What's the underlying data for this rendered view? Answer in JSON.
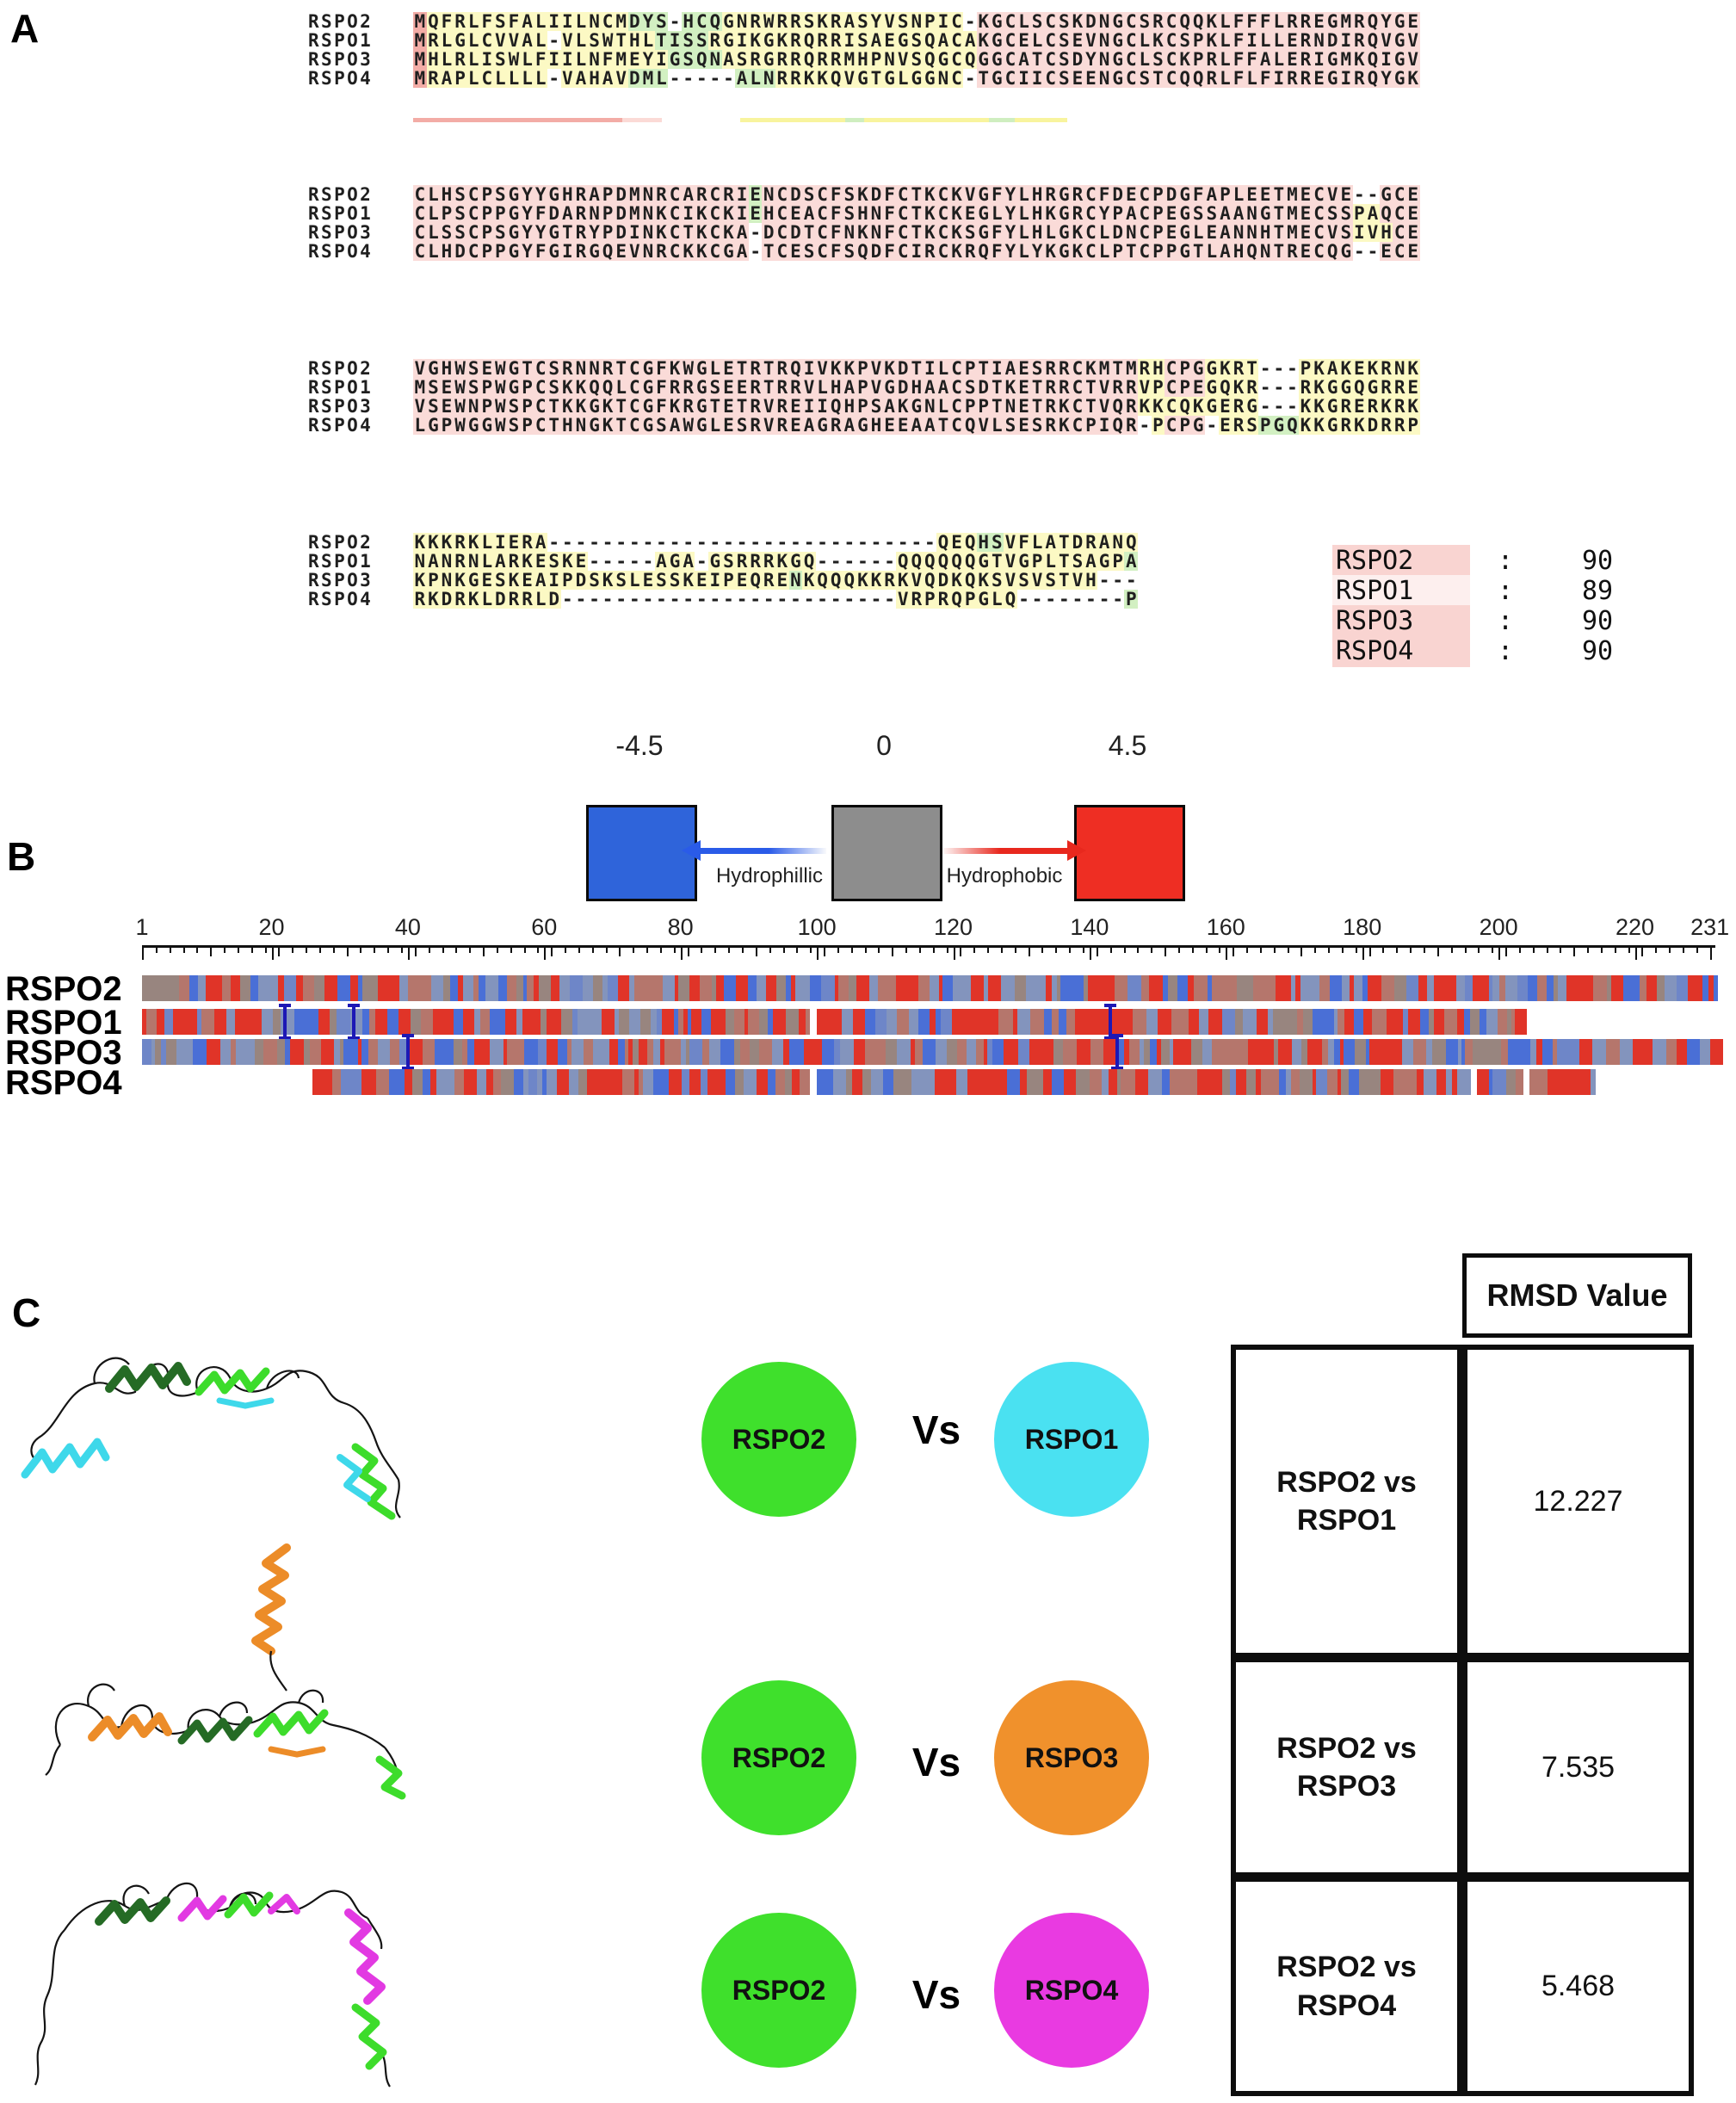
{
  "panel_a": {
    "label": "A",
    "row_labels": [
      "RSPO2",
      "RSPO1",
      "RSPO3",
      "RSPO4"
    ],
    "colors": {
      "pink": "#fadbd8",
      "yellow": "#fcf9c4",
      "green": "#d2f0c2",
      "salmon": "#f3aca6"
    },
    "blocks": [
      {
        "rows": [
          "MQFRLFSFALIILNCMDYS-HCQGNRWRRSKRASYVSNPIC-KGCLSCSKDNGCSRCQQKLFFFLRREGMRQYGE",
          "MRLGLCVVAL-VLSWTHLTISSRGIKGKRQRRISAEGSQACAKGCELCSEVNGCLKCSPKLFILLERNDIRQVGV",
          "MHLRLISWLFIILNFMEYIGSQNASRGRRQRRMHPNVSQGCQGGCATCSDYNGCLSCKPRLFFALERIGMKQIGV",
          "MRAPLCLLLL-VAHAVDML-----ALNRRKKQVGTGLGGNC-TGCIICSEENGCSTCQQRLFLFIRREGIRQYGK"
        ],
        "segments": [
          {
            "from": 0,
            "to": 0,
            "c": "salmon"
          },
          {
            "from": 1,
            "to": 41,
            "c": "yellow"
          },
          {
            "from": 42,
            "to": 74,
            "c": "pink"
          }
        ],
        "overrides": [
          {
            "row": 0,
            "from": 16,
            "to": 22,
            "c": "green"
          },
          {
            "row": 1,
            "from": 18,
            "to": 21,
            "c": "green"
          },
          {
            "row": 2,
            "from": 19,
            "to": 22,
            "c": "green"
          },
          {
            "row": 3,
            "from": 16,
            "to": 18,
            "c": "green"
          },
          {
            "row": 3,
            "from": 24,
            "to": 26,
            "c": "green"
          }
        ]
      },
      {
        "rows": [
          "CLHSCPSGYYGHRAPDMNRCARCRIENCDSCFSKDFCTKCKVGFYLHRGRCFDECPDGFAPLEETMECVE--GCE",
          "CLPSCPPGYFDARNPDMNKCIKCKIEHCEACFSHNFCTKCKEGLYLHKGRCYPACPEGSSAANGTMECSSPAQCE",
          "CLSSCPSGYYGTRYPDINKCTKCKA-DCDTCFNKNFCTKCKSGFYLHLGKCLDNCPEGLEANNHTMECVSIVHCE",
          "CLHDCPPGYFGIRGQEVNRCKKCGA-TCESCFSQDFCIRCKRQFYLYKGKCLPTCPPGTLAHQNTRECQG--ECE"
        ],
        "segments": [
          {
            "from": 0,
            "to": 74,
            "c": "pink"
          }
        ],
        "overrides": [
          {
            "row": 0,
            "from": 25,
            "to": 25,
            "c": "green"
          },
          {
            "row": 1,
            "from": 25,
            "to": 25,
            "c": "green"
          },
          {
            "row": 1,
            "from": 70,
            "to": 71,
            "c": "yellow"
          },
          {
            "row": 2,
            "from": 70,
            "to": 72,
            "c": "yellow"
          }
        ]
      },
      {
        "rows": [
          "VGHWSEWGTCSRNNRTCGFKWGLETRTRQIVKKPVKDTILCPTIAESRRCKMTMRHCPGGKRT---PKAKEKRNK",
          "MSEWSPWGPCSKKQQLCGFRRGSEERTRRVLHAPVGDHAACSDTKETRRCTVRRVPCPEGQKR---RKGGQGRRE",
          "VSEWNPWSPCTKKGKTCGFKRGTETRVREIIQHPSAKGNLCPPTNETRKCTVQRKKCQKGERG---KKGRERKRK",
          "LGPWGGWSPCTHNGKTCGSAWGLESRVREAGRAGHEEAATCQVLSESRKCPIQR-PCPG-ERSPGQKKGRKDRRP"
        ],
        "segments": [
          {
            "from": 0,
            "to": 53,
            "c": "pink"
          },
          {
            "from": 54,
            "to": 74,
            "c": "yellow"
          }
        ],
        "overrides": [
          {
            "row": 0,
            "from": 56,
            "to": 58,
            "c": "pink"
          },
          {
            "row": 1,
            "from": 56,
            "to": 58,
            "c": "pink"
          },
          {
            "row": 3,
            "from": 56,
            "to": 58,
            "c": "pink"
          },
          {
            "row": 3,
            "from": 63,
            "to": 65,
            "c": "green"
          }
        ]
      },
      {
        "rows": [
          "KKKRKLIERA-----------------------------QEQHSVFLATDRANQ",
          "NANRNLARKESKE-----AGA-GSRRRKGQ------QQQQQQGTVGPLTSAGPA",
          "KPNKGESKEAIPDSKSLESSKEIPEQRENKQQQKKRKVQDKQKSVSVSTVH---",
          "RKDRKLDRRLD-------------------------VRPRQPGLQ--------P"
        ],
        "segments": [
          {
            "from": 0,
            "to": 53,
            "c": "yellow"
          }
        ],
        "overrides": [
          {
            "row": 0,
            "from": 42,
            "to": 43,
            "c": "green"
          },
          {
            "row": 1,
            "from": 53,
            "to": 53,
            "c": "green"
          },
          {
            "row": 2,
            "from": 28,
            "to": 28,
            "c": "green"
          },
          {
            "row": 3,
            "from": 53,
            "to": 53,
            "c": "green"
          }
        ]
      }
    ],
    "consensus_segments": [
      {
        "w": 0.32,
        "c": "#f3aca6"
      },
      {
        "w": 0.06,
        "c": "#fbdad6"
      },
      {
        "w": 0.12,
        "c": "#ffffff"
      },
      {
        "w": 0.16,
        "c": "#f8f49e"
      },
      {
        "w": 0.03,
        "c": "#cfeec0"
      },
      {
        "w": 0.19,
        "c": "#f8f49e"
      },
      {
        "w": 0.04,
        "c": "#cfeec0"
      },
      {
        "w": 0.08,
        "c": "#f8f49e"
      }
    ],
    "score_table": {
      "separator": ":",
      "rows": [
        {
          "label": "RSPO2",
          "value": "90",
          "bg": "#f9d4d1"
        },
        {
          "label": "RSPO1",
          "value": "89",
          "bg": "#fdefee"
        },
        {
          "label": "RSPO3",
          "value": "90",
          "bg": "#f9d4d1"
        },
        {
          "label": "RSPO4",
          "value": "90",
          "bg": "#f9d4d1"
        }
      ]
    }
  },
  "panel_b": {
    "label": "B",
    "legend": {
      "min": "-4.5",
      "mid": "0",
      "max": "4.5",
      "left_label": "Hydrophillic",
      "right_label": "Hydrophobic",
      "blue": "#2f64da",
      "gray": "#8d8d8d",
      "red": "#ee2e23",
      "blue_arrow": "#2a5be8",
      "red_arrow": "#e8281e"
    },
    "ruler": {
      "min": 1,
      "max": 231,
      "labels": [
        1,
        20,
        40,
        60,
        80,
        100,
        120,
        140,
        160,
        180,
        200,
        220,
        231
      ]
    },
    "rows": [
      {
        "label": "RSPO2",
        "start": 1,
        "end": 231,
        "gaps": [],
        "markers": [],
        "seed": 11
      },
      {
        "label": "RSPO1",
        "start": 1,
        "end": 203,
        "gaps": [
          [
            99,
            100
          ]
        ],
        "markers": [
          22,
          32,
          143
        ],
        "seed": 23
      },
      {
        "label": "RSPO3",
        "start": 1,
        "end": 231,
        "gaps": [],
        "markers": [
          40,
          144
        ],
        "seed": 37
      },
      {
        "label": "RSPO4",
        "start": 26,
        "end": 213,
        "gaps": [
          [
            99,
            100
          ],
          [
            196,
            196.9
          ],
          [
            203.6,
            204.5
          ]
        ],
        "markers": [],
        "seed": 51
      }
    ],
    "palette": [
      [
        "#e03428",
        0.3
      ],
      [
        "#b5766c",
        0.18
      ],
      [
        "#98857f",
        0.12
      ],
      [
        "#8394bd",
        0.2
      ],
      [
        "#4a6fd6",
        0.14
      ],
      [
        "#6e86c8",
        0.06
      ]
    ],
    "marker_color": "#1d18b5"
  },
  "panel_c": {
    "label": "C",
    "header": "RMSD Value",
    "vs": "Vs",
    "left_color": "#3fe02c",
    "rows": [
      {
        "left": "RSPO2",
        "right": "RSPO1",
        "right_color": "#4ae1f1",
        "line1": "RSPO2 vs",
        "line2": "RSPO1",
        "rmsd": "12.227"
      },
      {
        "left": "RSPO2",
        "right": "RSPO3",
        "right_color": "#f0912c",
        "line1": "RSPO2 vs",
        "line2": "RSPO3",
        "rmsd": "7.535"
      },
      {
        "left": "RSPO2",
        "right": "RSPO4",
        "right_color": "#e93ae1",
        "line1": "RSPO2 vs",
        "line2": "RSPO4",
        "rmsd": "5.468"
      }
    ],
    "structure_colors": {
      "coil": "#141414",
      "dark_green": "#256b25",
      "green": "#3ddc2b",
      "cyan": "#3ed8ea",
      "orange": "#ec8c28",
      "magenta": "#e23ae2"
    }
  }
}
